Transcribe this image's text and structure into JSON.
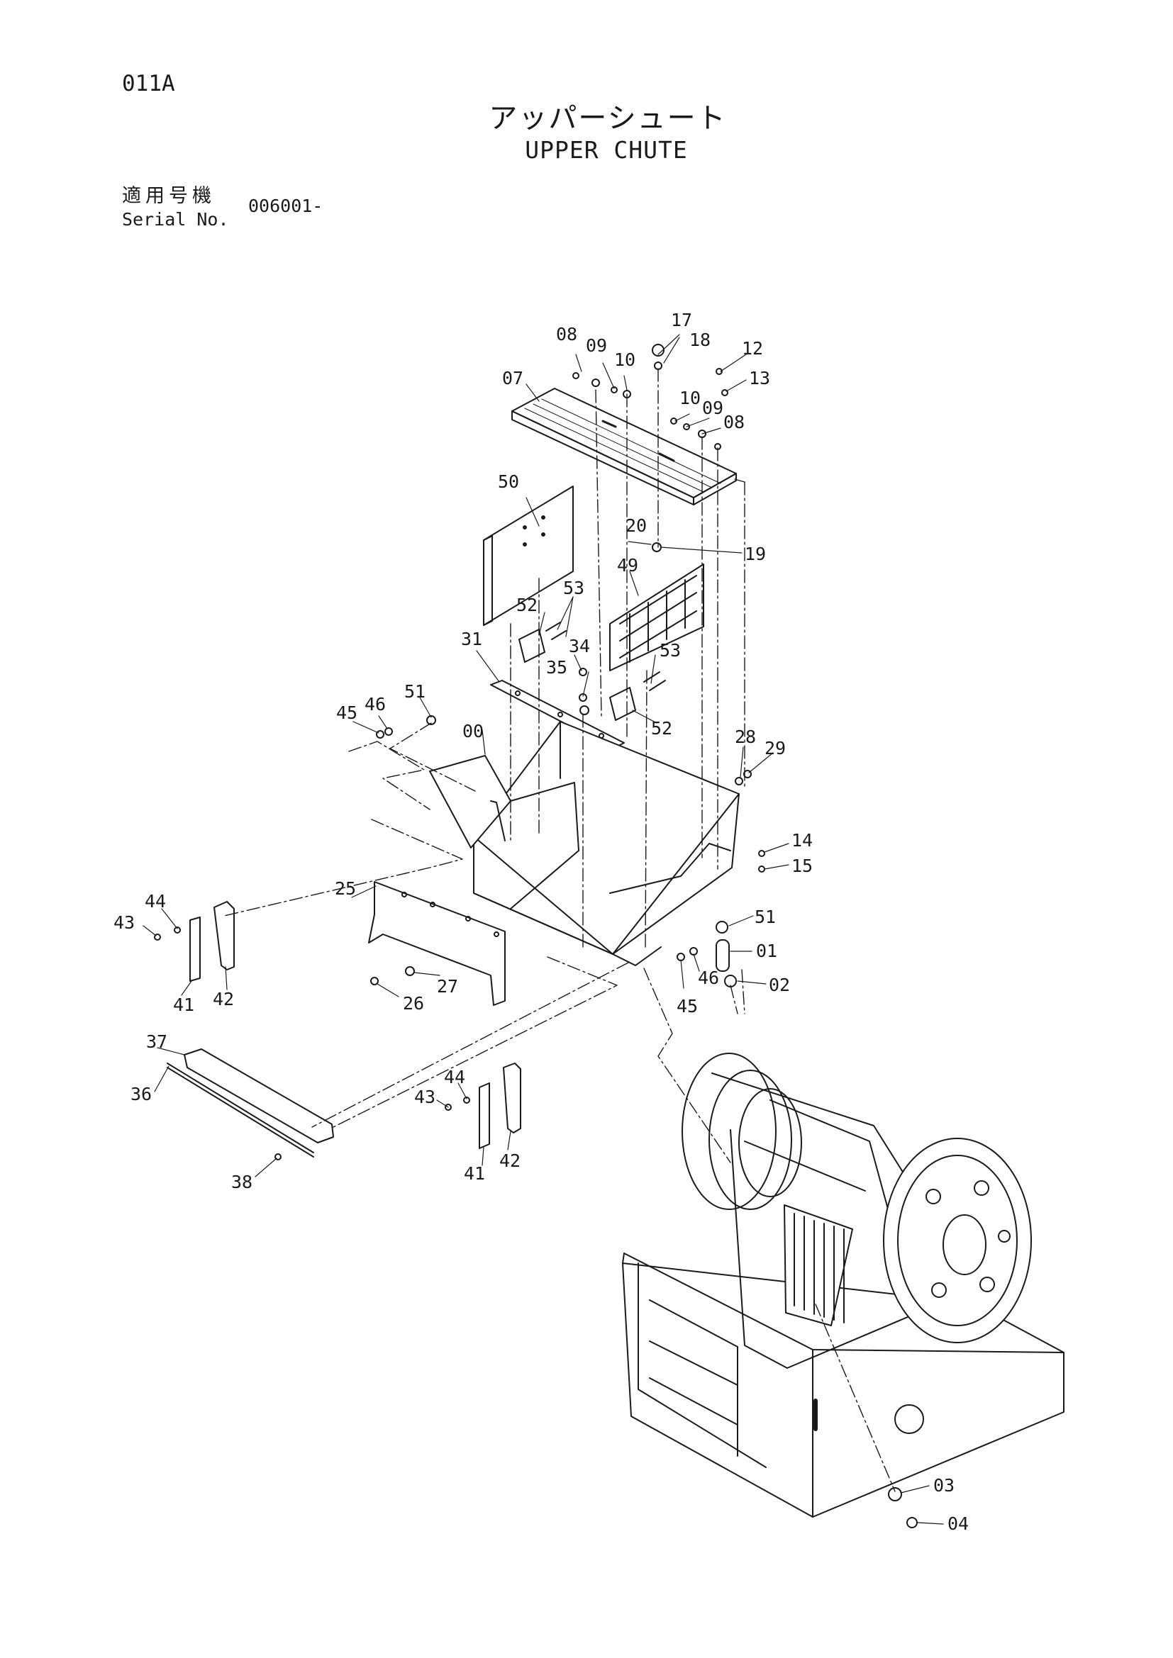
{
  "header": {
    "page_code": "011A",
    "title_jp": "アッパーシュート",
    "title_en": "UPPER CHUTE",
    "serial_label_jp": "適用号機",
    "serial_label_en": "Serial No.",
    "serial_value": "006001-"
  },
  "callouts": [
    "17",
    "08",
    "09",
    "10",
    "18",
    "12",
    "13",
    "07",
    "10",
    "09",
    "08",
    "50",
    "20",
    "19",
    "49",
    "53",
    "52",
    "34",
    "31",
    "35",
    "53",
    "52",
    "45",
    "46",
    "51",
    "00",
    "28",
    "29",
    "14",
    "15",
    "44",
    "43",
    "25",
    "51",
    "01",
    "46",
    "02",
    "41",
    "42",
    "27",
    "26",
    "45",
    "37",
    "36",
    "44",
    "43",
    "41",
    "42",
    "38",
    "03",
    "04"
  ]
}
